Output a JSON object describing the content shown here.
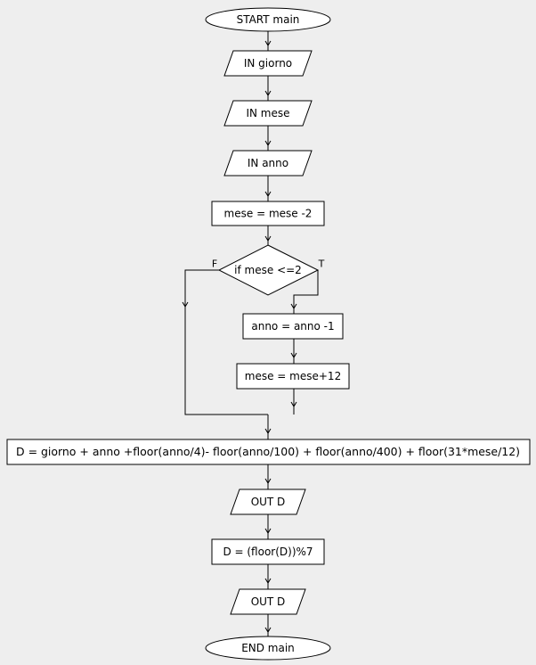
{
  "flowchart": {
    "start": "START main",
    "in_giorno": "IN giorno",
    "in_mese": "IN mese",
    "in_anno": "IN anno",
    "mese_minus": "mese = mese -2",
    "decision": "if mese <=2",
    "false_label": "F",
    "true_label": "T",
    "anno_minus": "anno = anno -1",
    "mese_plus": "mese = mese+12",
    "formula": "D = giorno + anno +floor(anno/4)- floor(anno/100) + floor(anno/400) + floor(31*mese/12)",
    "out_d_1": "OUT D",
    "mod_7": "D = (floor(D))%7",
    "out_d_2": "OUT D",
    "end": "END main"
  }
}
